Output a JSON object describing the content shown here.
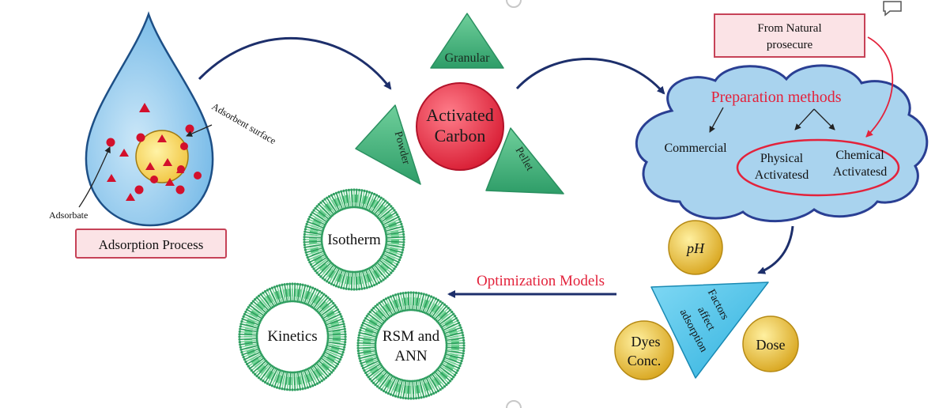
{
  "droplet": {
    "label_adsorbent_surface": "Adsorbent surface",
    "label_adsorbate": "Adsorbate",
    "process_label": "Adsorption Process"
  },
  "carbon": {
    "center_line1": "Activated",
    "center_line2": "Carbon",
    "forms": [
      "Granular",
      "Powder",
      "Pellet"
    ]
  },
  "preparation": {
    "source_line1": "From Natural",
    "source_line2": "prosecure",
    "title": "Preparation methods",
    "commercial": "Commercial",
    "physical_line1": "Physical",
    "physical_line2": "Activatesd",
    "chemical_line1": "Chemical",
    "chemical_line2": "Activatesd"
  },
  "factors": {
    "center_lines": [
      "Factors",
      "affect",
      "adsorption"
    ],
    "ph": "pH",
    "dose": "Dose",
    "dyes_line1": "Dyes",
    "dyes_line2": "Conc."
  },
  "optimization": {
    "label": "Optimization Models",
    "isotherm": "Isotherm",
    "kinetics": "Kinetics",
    "rsm_line1": "RSM and",
    "rsm_line2": "ANN"
  },
  "colors": {
    "arrow_navy": "#1d2f6b",
    "accent_red": "#e3223b",
    "green_fill": "#3bb37a",
    "cloud_fill": "#a9d3ee",
    "cloud_stroke": "#2a3f93",
    "gold": "#e2b52c",
    "drop_fill": "#8ec8ec",
    "label_box_fill": "#fbe3e6"
  }
}
